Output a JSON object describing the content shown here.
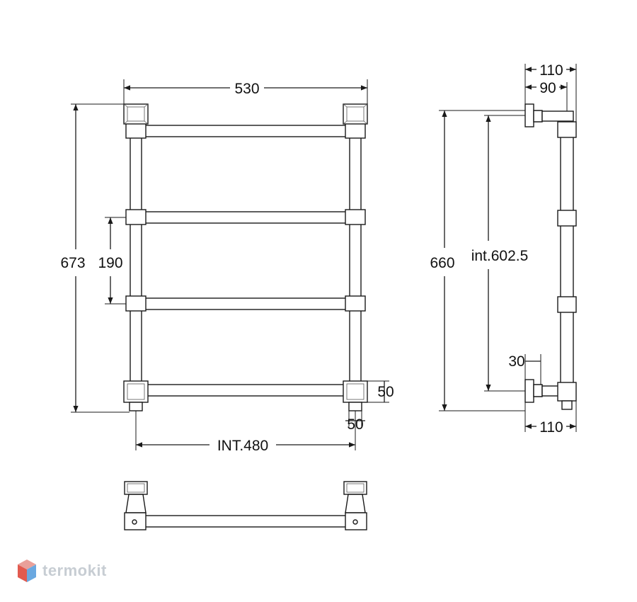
{
  "dimensions": {
    "front_width": "530",
    "front_height": "673",
    "bar_spacing": "190",
    "interaxis": "INT.480",
    "bracket_height": "50",
    "bracket_width": "50",
    "side_top_outer": "110",
    "side_top_inner": "90",
    "side_height": "660",
    "side_interaxis": "int.602.5",
    "side_bracket": "30",
    "side_bottom": "110"
  },
  "brand": {
    "name": "termokit",
    "color": "#c7cdd3",
    "accent": "#e25a4f",
    "accent2": "#6aa8e0"
  }
}
